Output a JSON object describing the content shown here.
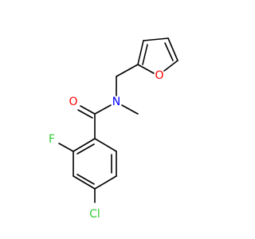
{
  "molecule": {
    "atoms": {
      "O_carbonyl": {
        "symbol": "O",
        "color": "#ff0000"
      },
      "N_amide": {
        "symbol": "N",
        "color": "#0000ff"
      },
      "O_furan": {
        "symbol": "O",
        "color": "#ff0000"
      },
      "F": {
        "symbol": "F",
        "color": "#33cc33"
      },
      "Cl": {
        "symbol": "Cl",
        "color": "#33cc33"
      }
    }
  }
}
